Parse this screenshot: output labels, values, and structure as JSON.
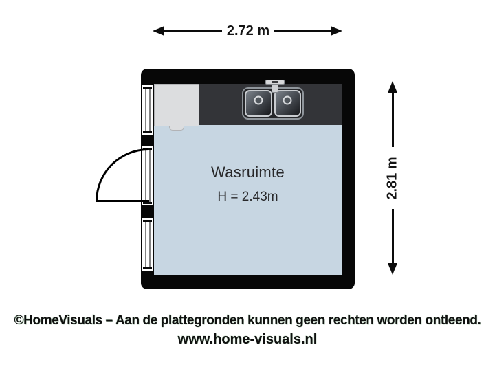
{
  "plan": {
    "room": {
      "name": "Wasruimte",
      "ceiling_height": "H = 2.43m"
    },
    "dimensions": {
      "width_label": "2.72 m",
      "height_label": "2.81 m"
    },
    "fixtures": {
      "sink": "double-basin-sink",
      "faucet": "faucet",
      "counter": "dark-countertop",
      "cabinet": "cabinet-block",
      "door": "inward-swing-door",
      "windows": [
        "window-top",
        "window-middle",
        "window-bottom"
      ]
    },
    "colors": {
      "wall": "#070707",
      "floor": "#c7d6e2",
      "counter": "#333438",
      "cabinet": "#dcdddf",
      "background": "#ffffff",
      "label_text": "#28282a"
    }
  },
  "footer": {
    "line1": "©HomeVisuals – Aan de plattegronden kunnen geen rechten worden ontleend.",
    "line2": "www.home-visuals.nl"
  }
}
